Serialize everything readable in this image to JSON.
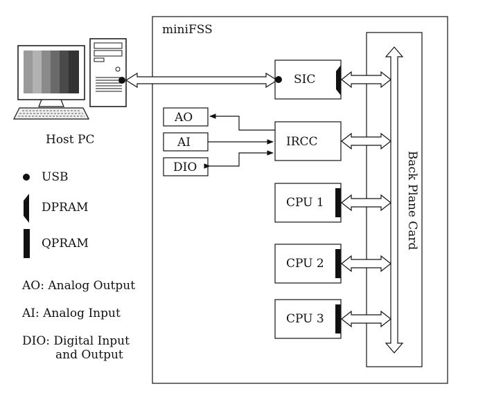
{
  "system": {
    "title": "miniFSS"
  },
  "host": {
    "label": "Host PC"
  },
  "blocks": {
    "sic": "SIC",
    "ircc": "IRCC",
    "cpu1": "CPU 1",
    "cpu2": "CPU 2",
    "cpu3": "CPU 3",
    "ao": "AO",
    "ai": "AI",
    "dio": "DIO",
    "backplane": "Back Plane Card"
  },
  "legend": {
    "usb": "USB",
    "dpram": "DPRAM",
    "qpram": "QPRAM",
    "ao_def": "AO: Analog Output",
    "ai_def": "AI: Analog Input",
    "dio_def_line1": "DIO: Digital Input",
    "dio_def_line2": "and Output"
  }
}
